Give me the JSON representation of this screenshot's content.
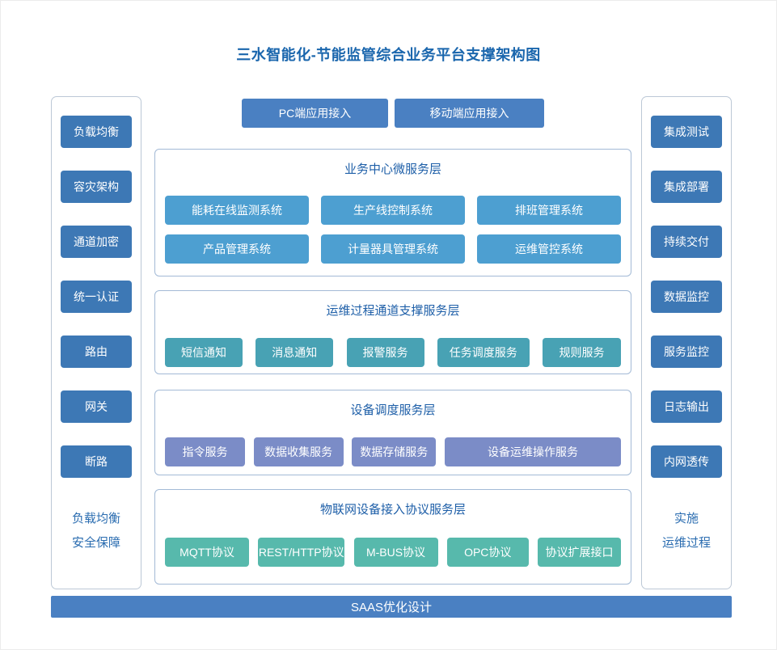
{
  "title": "三水智能化-节能监管综合业务平台支撑架构图",
  "top_buttons": [
    "PC端应用接入",
    "移动端应用接入"
  ],
  "left_sidebar": {
    "items": [
      "负载均衡",
      "容灾架构",
      "通道加密",
      "统一认证",
      "路由",
      "网关",
      "断路"
    ],
    "footer_lines": [
      "负载均衡",
      "安全保障"
    ]
  },
  "right_sidebar": {
    "items": [
      "集成测试",
      "集成部署",
      "持续交付",
      "数据监控",
      "服务监控",
      "日志输出",
      "内网透传"
    ],
    "footer_lines": [
      "实施",
      "运维过程"
    ]
  },
  "layers": [
    {
      "title": "业务中心微服务层",
      "color": "#4d9fd1",
      "items": [
        "能耗在线监测系统",
        "生产线控制系统",
        "排班管理系统",
        "产品管理系统",
        "计量器具管理系统",
        "运维管控系统"
      ]
    },
    {
      "title": "运维过程通道支撑服务层",
      "color": "#48a2b4",
      "items": [
        "短信通知",
        "消息通知",
        "报警服务",
        "任务调度服务",
        "规则服务"
      ]
    },
    {
      "title": "设备调度服务层",
      "color": "#7b8cc7",
      "items": [
        "指令服务",
        "数据收集服务",
        "数据存储服务",
        "设备运维操作服务"
      ]
    },
    {
      "title": "物联网设备接入协议服务层",
      "color": "#57b9ac",
      "items": [
        "MQTT协议",
        "REST/HTTP协议",
        "M-BUS协议",
        "OPC协议",
        "协议扩展接口"
      ]
    }
  ],
  "bottom_bar": "SAAS优化设计",
  "colors": {
    "title_text": "#1a66ad",
    "sidebar_button": "#3d78b5",
    "top_button": "#4a80c2",
    "layer1_button": "#4d9fd1",
    "layer2_button": "#48a2b4",
    "layer3_button": "#7b8cc7",
    "layer4_button": "#57b9ac",
    "bottom_bar": "#4a80c2",
    "panel_border": "#bcc8d6",
    "section_border": "#a3bad6",
    "section_title_text": "#1e5fa8",
    "caption_text": "#2a6cb0"
  }
}
